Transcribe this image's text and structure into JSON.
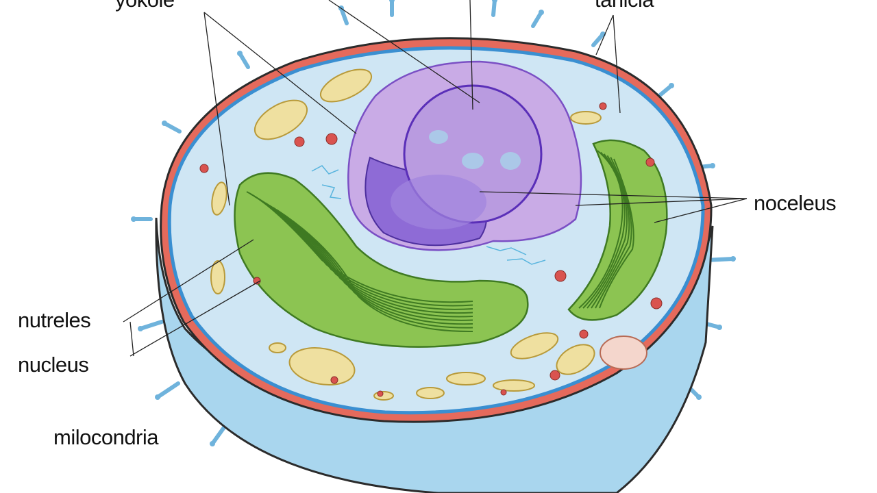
{
  "labels": {
    "top_left": "yokole",
    "top_right": "tanicia",
    "right": "noceleus",
    "left_upper": "nutreles",
    "left_lower": "nucleus",
    "bottom_left": "milocondria"
  },
  "colors": {
    "cytoplasm": "#cfe6f4",
    "cell_rim": "#a9d6ee",
    "outer_membrane": "#e56a5c",
    "inner_membrane": "#3a8fd1",
    "nucleus": "#c9abe6",
    "nucleus_outline": "#7a4fc4",
    "green_organelle": "#8cc452",
    "green_outline": "#3f7a22",
    "yellow_organelle": "#efe0a0",
    "red_dot": "#d9534f",
    "projection": "#7fbfe2"
  }
}
